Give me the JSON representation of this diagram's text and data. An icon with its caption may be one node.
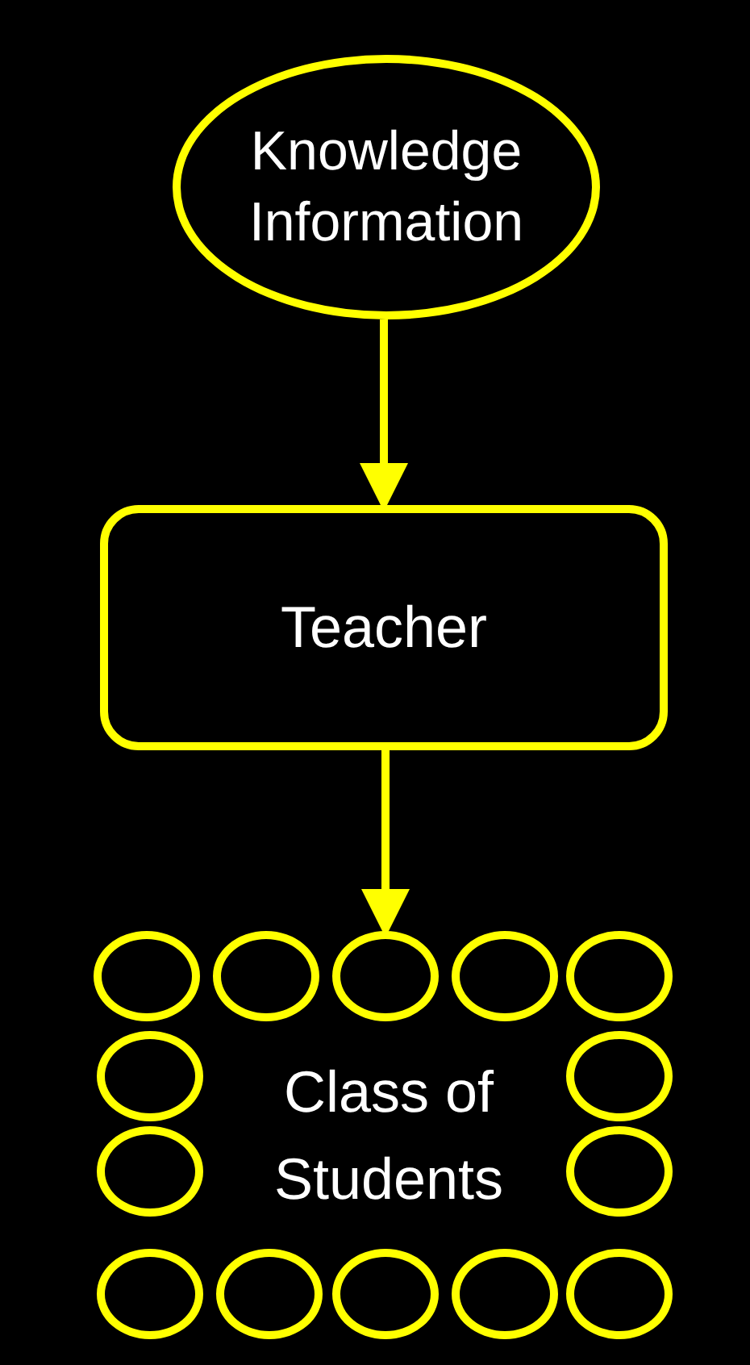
{
  "diagram": {
    "nodes": [
      {
        "text": [
          "Knowledge Information"
        ]
      },
      {
        "text": [
          "Teacher"
        ]
      },
      {
        "text": [],
        "shape": "circle"
      },
      {
        "text": [],
        "shape": "circle"
      },
      {
        "text": [],
        "shape": "circle"
      },
      {
        "text": [],
        "shape": "circle"
      },
      {
        "text": [],
        "shape": "circle"
      },
      {
        "text": [],
        "shape": "circle"
      },
      {
        "text": [],
        "shape": "circle"
      },
      {
        "text": [],
        "shape": "circle"
      },
      {
        "text": [],
        "shape": "circle"
      },
      {
        "text": [],
        "shape": "circle"
      },
      {
        "text": [],
        "shape": "circle"
      },
      {
        "text": [],
        "shape": "circle"
      },
      {
        "text": [],
        "shape": "circle"
      },
      {
        "text": [],
        "shape": "circle"
      }
    ],
    "edges": [
      {
        "from": 0,
        "to": 1,
        "arrow": "to"
      },
      {
        "from": 1,
        "to": 4,
        "arrow": "to"
      }
    ],
    "labels": [
      "Class of Students"
    ]
  }
}
